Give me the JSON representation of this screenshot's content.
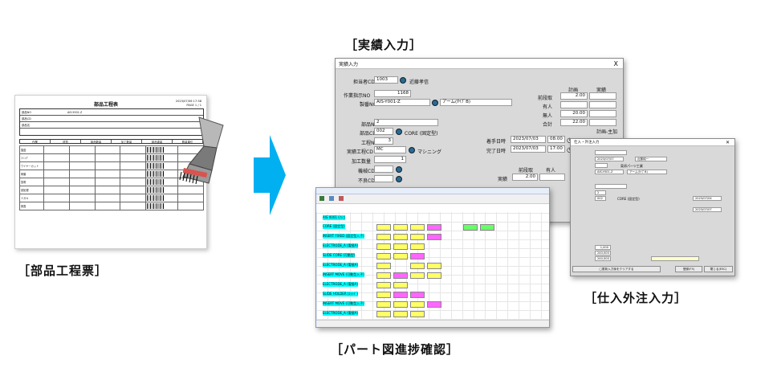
{
  "captions": {
    "actual": "［実績入力］",
    "parts_sheet": "［部品工程票］",
    "purchase": "［仕入外注入力］",
    "part_chart": "［パート図進捗確認］"
  },
  "sheet": {
    "title": "部品工程表",
    "date": "2023/07/06 17:38",
    "page": "PAGE   1 /  1",
    "part_no_label": "部品NO",
    "part_no": "AIS-Y001-Z",
    "row2_label": "部品CD",
    "row3_label": "部品名",
    "col_headers": [
      "作業",
      "材質",
      "部品数量",
      "加工数量",
      "部品重量",
      "数量単位"
    ],
    "rows": [
      "旋盤",
      "ﾏｼﾆﾝｸﾞ",
      "ワイヤーカット",
      "研磨",
      "放電",
      "熱処理",
      "ミガキ",
      "検査"
    ]
  },
  "w1": {
    "title": "実績入力",
    "close": "X",
    "worker_cd_label": "担当者CD",
    "worker_cd": "1003",
    "worker_name": "近藤孝信",
    "work_no_label": "作業指示NO",
    "work_no": "1168",
    "product_no_label": "製番NO",
    "product_no": "AIS-Y001-Z",
    "product_name": "アーム(ﾀｲﾌﾟB)",
    "part_no_label": "部品NO",
    "part_no": "2",
    "part_cd_label": "部品CD",
    "part_cd": "002",
    "part_name": "CORE (固定型)",
    "process_no_label": "工程NO",
    "process_no": "3",
    "process_cd_label": "実績工程CD",
    "process_cd": "MC",
    "process_name": "マシニング",
    "qty_label": "加工数量",
    "qty": "1",
    "machine_label": "機械CD",
    "defect_label": "不良CD",
    "start_label": "着手日時",
    "start_date": "2023/07/03",
    "start_time": "08:00",
    "end_label": "完了日時",
    "end_date": "2023/07/03",
    "end_time": "17:00",
    "plan_label": "計画",
    "actual_label": "実績",
    "setup_label": "前段取",
    "setup_plan": "2.00",
    "staff_label": "有人",
    "unmanned_label": "無人",
    "unmanned_plan": "20.00",
    "total_label": "合計",
    "total_plan": "22.00",
    "sub_setup": "前段取",
    "sub_staff": "有人",
    "actual_row": "実績",
    "actual_setup": "2.00",
    "extra_label": "計画-主加"
  },
  "w2": {
    "title": "仕入・外注入力",
    "date": "2023/07/07",
    "staff": "近藤純一",
    "supplier": "東邦パーツ工業",
    "product_no": "AIS-Y001-Z",
    "product_name": "アーム(ﾀｲﾌﾟB)",
    "part_no": "2",
    "part_cd": "002",
    "part_name": "CORE (固定型)",
    "order_date": "2023/07/04",
    "arrival_date": "2023/07/07",
    "qty": "1,000",
    "price": "240,000",
    "amount": "240,000",
    "ok_button": "□更新入力後をクリアする",
    "print_button": "登録(F5)",
    "close_button": "閉じる(ESC)"
  },
  "w3": {
    "rows": [
      "AIS 0001 (ﾏｼﾆ)",
      "CORE (固定型)",
      "INSERT FIXED (固定型入子)",
      "ELECTRODE_A (電極A)",
      "SLIDE CORE (可動型)",
      "ELECTRODE_A (電極A)",
      "INSERT MOVE (可動型入子)",
      "ELECTRODE_A (電極A)",
      "SLIDE HOLDER (ｽﾗｲﾄﾞ)",
      "INSERT MOVE (可動型入子)",
      "ELECTRODE_A (電極A)"
    ]
  },
  "colors": {
    "arrow": "#00b0f0",
    "node_cyan": "#00ffff",
    "node_yellow": "#ffff66",
    "node_magenta": "#ff66ff",
    "node_green": "#66ff66"
  }
}
